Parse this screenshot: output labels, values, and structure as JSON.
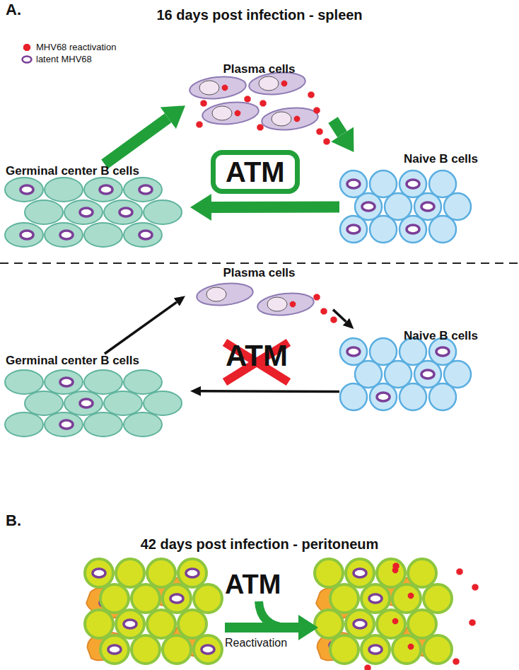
{
  "diagram": {
    "nodes": [
      {
        "text": [
          "Plasma cells"
        ]
      },
      {
        "text": [
          "ATM"
        ]
      },
      {
        "text": [
          "Germinal center B cells"
        ]
      },
      {
        "text": [
          "Naive B cells"
        ]
      },
      {
        "text": [
          "Plasma cells"
        ]
      },
      {
        "text": [
          "Germinal center B cells"
        ]
      },
      {
        "text": [
          "Naive B cells"
        ]
      }
    ],
    "edges": [
      {
        "from": 2,
        "to": 0,
        "arrow": "to"
      },
      {
        "from": 0,
        "to": 3,
        "arrow": "to"
      },
      {
        "from": 3,
        "to": 2,
        "arrow": "to"
      },
      {
        "from": 5,
        "to": 4,
        "arrow": "to"
      },
      {
        "from": 4,
        "to": 6,
        "arrow": "to"
      },
      {
        "from": 6,
        "to": 5,
        "arrow": "to"
      }
    ],
    "labels": [
      "A.",
      "16 days post infection - spleen",
      "ATM",
      "B.",
      "42 days post infection - peritoneum",
      "ATM",
      "Reactivation"
    ],
    "legend": [
      {
        "text": "MHV68 reactivation"
      },
      {
        "text": "latent MHV68"
      }
    ]
  }
}
